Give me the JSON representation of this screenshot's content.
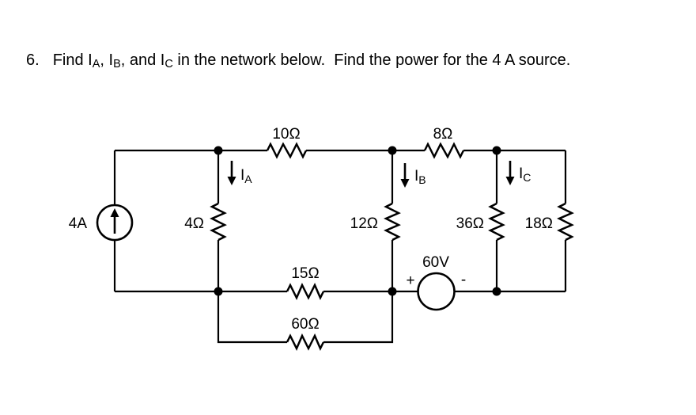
{
  "title": {
    "number": "6.",
    "seg1": "Find I",
    "sub1": "A",
    "seg2": ", I",
    "sub2": "B",
    "seg3": ", and I",
    "sub3": "C",
    "seg4": " in the network below.  Find the power for the 4 A source."
  },
  "circuit": {
    "current_source": {
      "value": "4A",
      "direction": "up"
    },
    "voltage_source": {
      "value": "60V",
      "polarity_left": "+",
      "polarity_right": "-"
    },
    "resistors": {
      "top_left": "10Ω",
      "top_right": "8Ω",
      "branch_a": "4Ω",
      "branch_b": "12Ω",
      "branch_c": "36Ω",
      "branch_d": "18Ω",
      "mid_bottom": "15Ω",
      "bottom": "60Ω"
    },
    "currents": {
      "ia": {
        "base": "I",
        "sub": "A"
      },
      "ib": {
        "base": "I",
        "sub": "B"
      },
      "ic": {
        "base": "I",
        "sub": "C"
      }
    },
    "colors": {
      "stroke": "#000000",
      "background": "#ffffff"
    }
  }
}
